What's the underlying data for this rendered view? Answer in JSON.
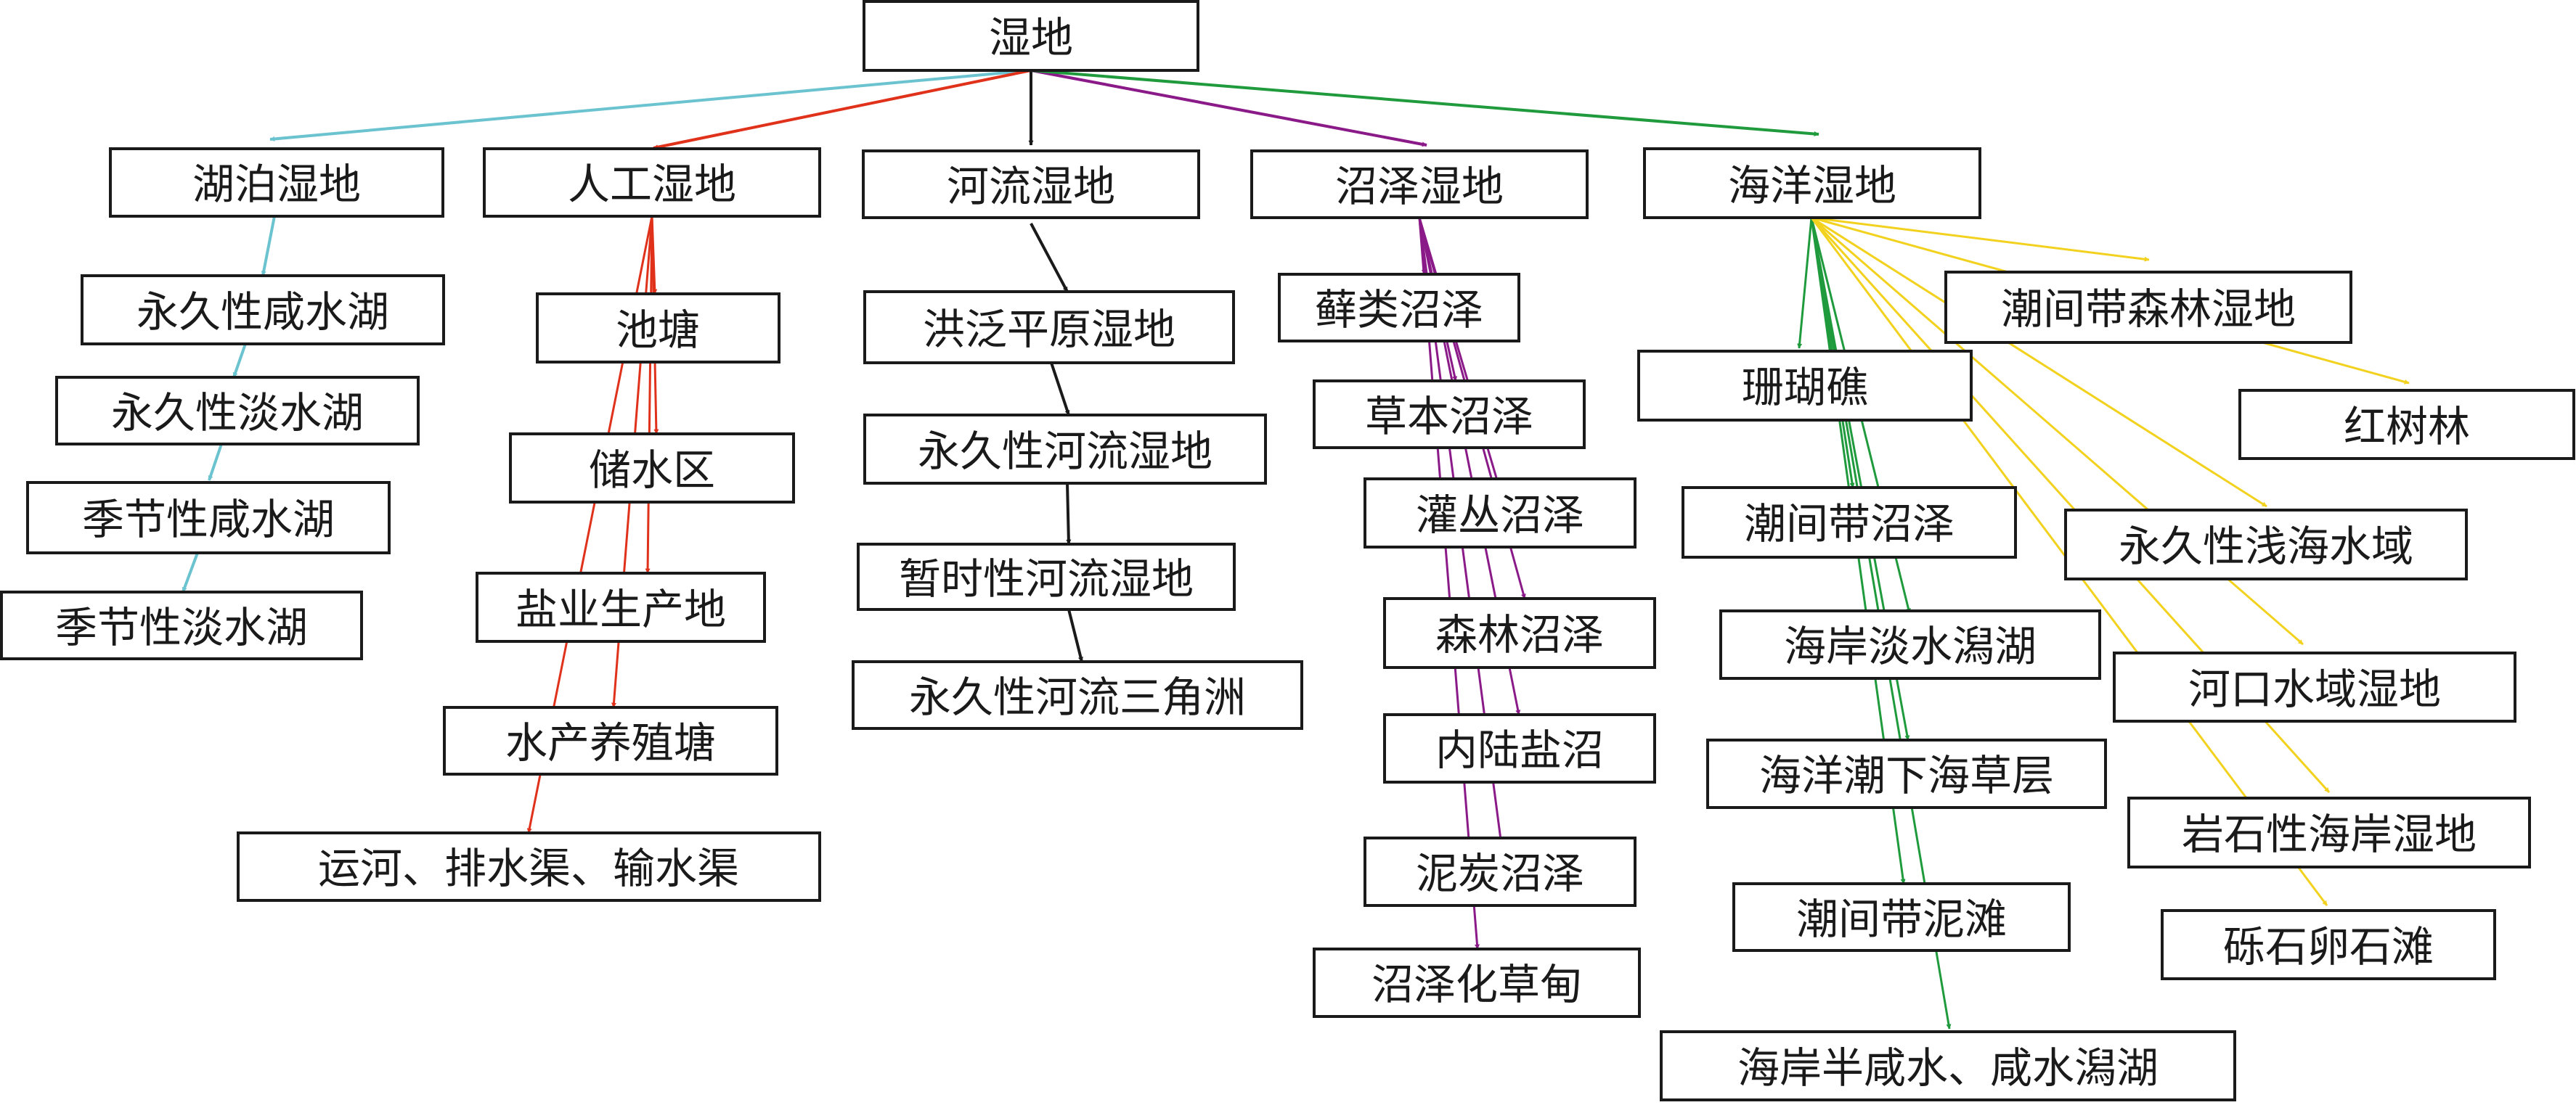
{
  "colors": {
    "lake": "#6cc3d0",
    "artificial": "#e0311b",
    "river": "#1a1a1a",
    "marsh": "#8b1a89",
    "marine_green": "#1f9a3c",
    "marine_yellow": "#f2d21e",
    "box_border": "#1a1a1a"
  },
  "root": "湿地",
  "categories": {
    "lake": "湖泊湿地",
    "artificial": "人工湿地",
    "river": "河流湿地",
    "marsh": "沼泽湿地",
    "marine": "海洋湿地"
  },
  "lake_items": [
    "永久性咸水湖",
    "永久性淡水湖",
    "季节性咸水湖",
    "季节性淡水湖"
  ],
  "artificial_items": [
    "池塘",
    "储水区",
    "盐业生产地",
    "水产养殖塘",
    "运河、排水渠、输水渠"
  ],
  "river_items": [
    "洪泛平原湿地",
    "永久性河流湿地",
    "暂时性河流湿地",
    "永久性河流三角洲"
  ],
  "marsh_items": [
    "藓类沼泽",
    "草本沼泽",
    "灌丛沼泽",
    "森林沼泽",
    "内陆盐沼",
    "泥炭沼泽",
    "沼泽化草甸"
  ],
  "marine_green_items": [
    "珊瑚礁",
    "潮间带沼泽",
    "海岸淡水潟湖",
    "海洋潮下海草层",
    "潮间带泥滩",
    "海岸半咸水、咸水潟湖"
  ],
  "marine_yellow_items": [
    "潮间带森林湿地",
    "红树林",
    "永久性浅海水域",
    "河口水域湿地",
    "岩石性海岸湿地",
    "砾石卵石滩"
  ]
}
